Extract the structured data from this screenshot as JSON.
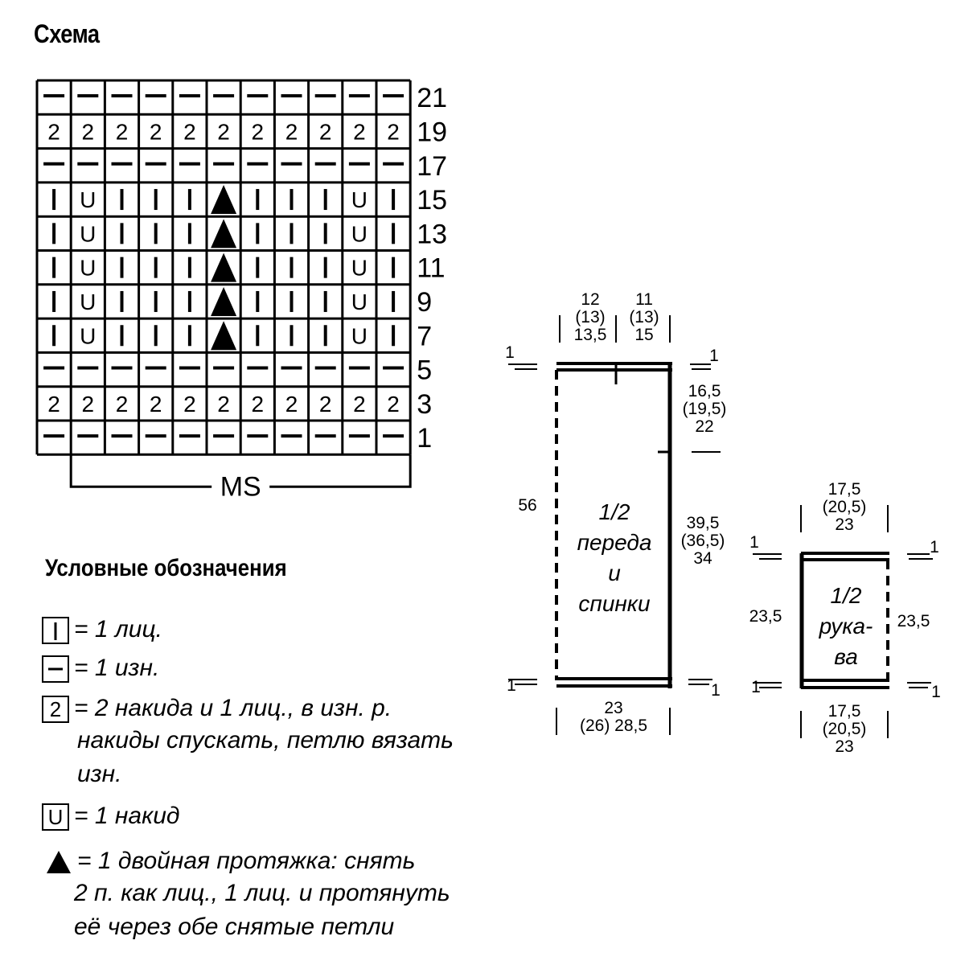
{
  "title": "Схема",
  "chart": {
    "rows": [
      {
        "num": "21",
        "cells": [
          "-",
          "-",
          "-",
          "-",
          "-",
          "-",
          "-",
          "-",
          "-",
          "-",
          "-"
        ]
      },
      {
        "num": "19",
        "cells": [
          "2",
          "2",
          "2",
          "2",
          "2",
          "2",
          "2",
          "2",
          "2",
          "2",
          "2"
        ]
      },
      {
        "num": "17",
        "cells": [
          "-",
          "-",
          "-",
          "-",
          "-",
          "-",
          "-",
          "-",
          "-",
          "-",
          "-"
        ]
      },
      {
        "num": "15",
        "cells": [
          "|",
          "U",
          "|",
          "|",
          "|",
          "A",
          "|",
          "|",
          "|",
          "U",
          "|"
        ]
      },
      {
        "num": "13",
        "cells": [
          "|",
          "U",
          "|",
          "|",
          "|",
          "A",
          "|",
          "|",
          "|",
          "U",
          "|"
        ]
      },
      {
        "num": "11",
        "cells": [
          "|",
          "U",
          "|",
          "|",
          "|",
          "A",
          "|",
          "|",
          "|",
          "U",
          "|"
        ]
      },
      {
        "num": "9",
        "cells": [
          "|",
          "U",
          "|",
          "|",
          "|",
          "A",
          "|",
          "|",
          "|",
          "U",
          "|"
        ]
      },
      {
        "num": "7",
        "cells": [
          "|",
          "U",
          "|",
          "|",
          "|",
          "A",
          "|",
          "|",
          "|",
          "U",
          "|"
        ]
      },
      {
        "num": "5",
        "cells": [
          "-",
          "-",
          "-",
          "-",
          "-",
          "-",
          "-",
          "-",
          "-",
          "-",
          "-"
        ]
      },
      {
        "num": "3",
        "cells": [
          "2",
          "2",
          "2",
          "2",
          "2",
          "2",
          "2",
          "2",
          "2",
          "2",
          "2"
        ]
      },
      {
        "num": "1",
        "cells": [
          "-",
          "-",
          "-",
          "-",
          "-",
          "-",
          "-",
          "-",
          "-",
          "-",
          "-"
        ]
      }
    ],
    "repeat_label": "MS"
  },
  "legend": {
    "title": "Условные обозначения",
    "items": [
      {
        "symbol": "knit",
        "text": "= 1 лиц."
      },
      {
        "symbol": "purl",
        "text": "= 1 изн."
      },
      {
        "symbol": "2",
        "text": "= 2 накида и 1 лиц., в изн. р.",
        "cont": [
          "накиды спускать, петлю вязать",
          "изн."
        ]
      },
      {
        "symbol": "U",
        "text": "= 1 накид"
      },
      {
        "symbol": "triangle",
        "text": "= 1 двойная протяжка: снять",
        "cont": [
          "2 п. как лиц., 1 лиц. и протянуть",
          "её через обе снятые петли"
        ]
      }
    ]
  },
  "body_piece": {
    "label": [
      "1/2",
      "переда",
      "и",
      "спинки"
    ],
    "top_left": [
      "12",
      "(13)",
      "13,5"
    ],
    "top_right": [
      "11",
      "(13)",
      "15"
    ],
    "armhole": [
      "16,5",
      "(19,5)",
      "22"
    ],
    "side": [
      "39,5",
      "(36,5)",
      "34"
    ],
    "height": "56",
    "bottom": [
      "23",
      "(26) 28,5"
    ],
    "marks": "1"
  },
  "sleeve_piece": {
    "label": [
      "1/2",
      "рука-",
      "ва"
    ],
    "top": [
      "17,5",
      "(20,5)",
      "23"
    ],
    "left": "23,5",
    "right": "23,5",
    "bottom": [
      "17,5",
      "(20,5)",
      "23"
    ],
    "marks": "1"
  }
}
